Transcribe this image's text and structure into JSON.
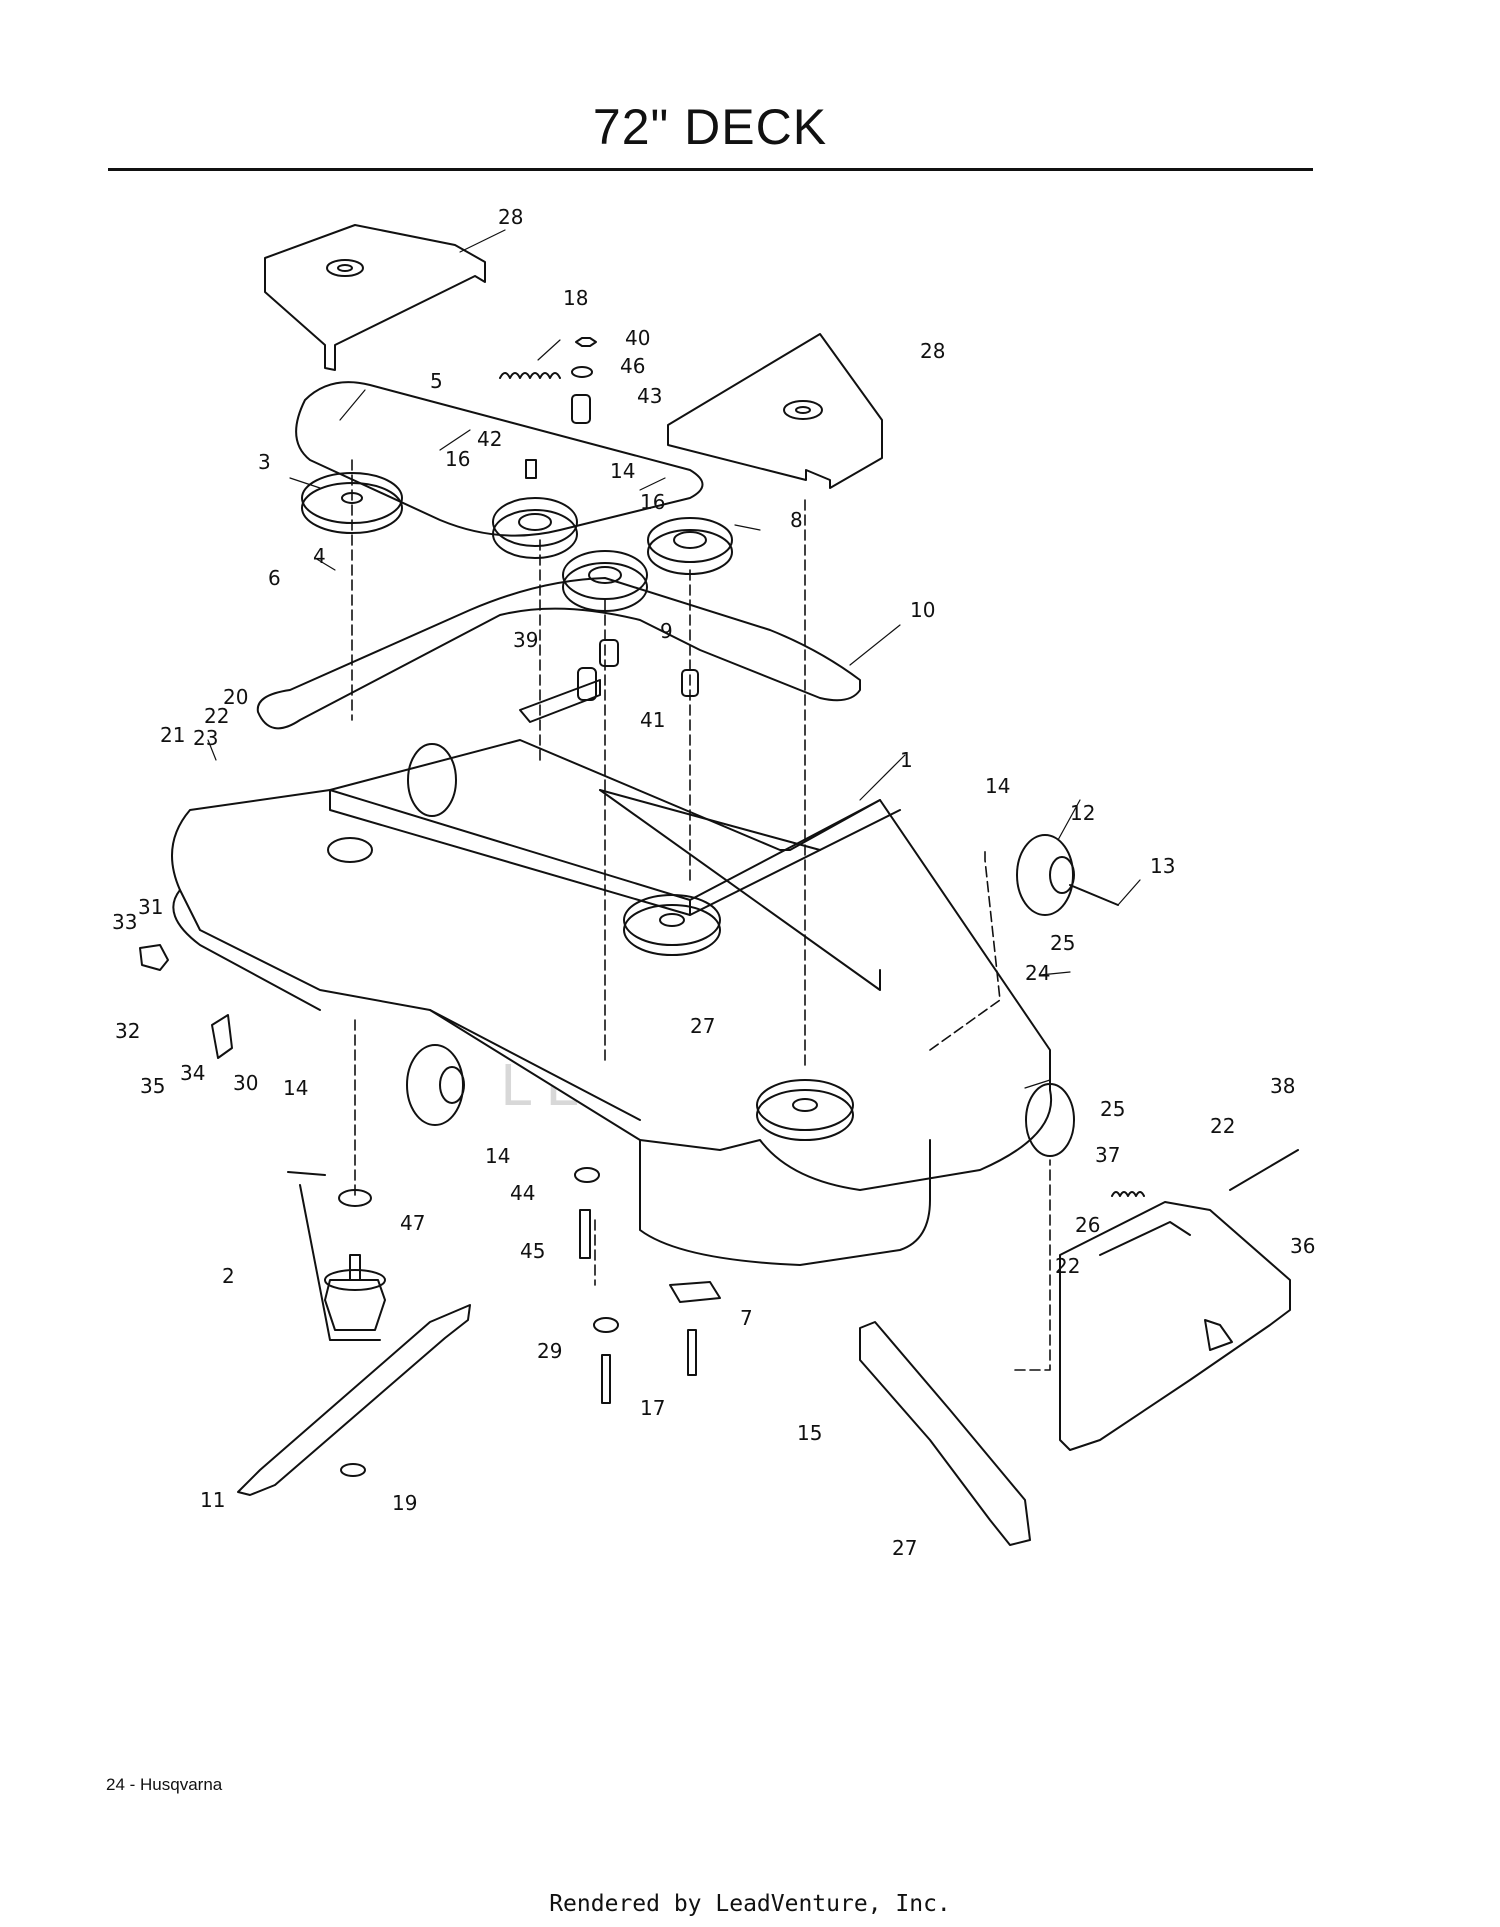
{
  "page": {
    "title": "72\" DECK",
    "footer_left": "24 - Husqvarna",
    "footer_center": "Rendered by LeadVenture, Inc."
  },
  "watermark": {
    "text": "LEADVENTURE"
  },
  "part_labels": [
    "28",
    "18",
    "40",
    "46",
    "43",
    "28",
    "5",
    "42",
    "16",
    "3",
    "14",
    "16",
    "8",
    "4",
    "6",
    "10",
    "39",
    "9",
    "41",
    "20",
    "21",
    "23",
    "22",
    "1",
    "14",
    "12",
    "13",
    "33",
    "31",
    "25",
    "24",
    "32",
    "27",
    "35",
    "34",
    "30",
    "14",
    "38",
    "25",
    "22",
    "14",
    "37",
    "44",
    "47",
    "26",
    "2",
    "22",
    "36",
    "45",
    "7",
    "29",
    "17",
    "15",
    "11",
    "19",
    "27"
  ]
}
